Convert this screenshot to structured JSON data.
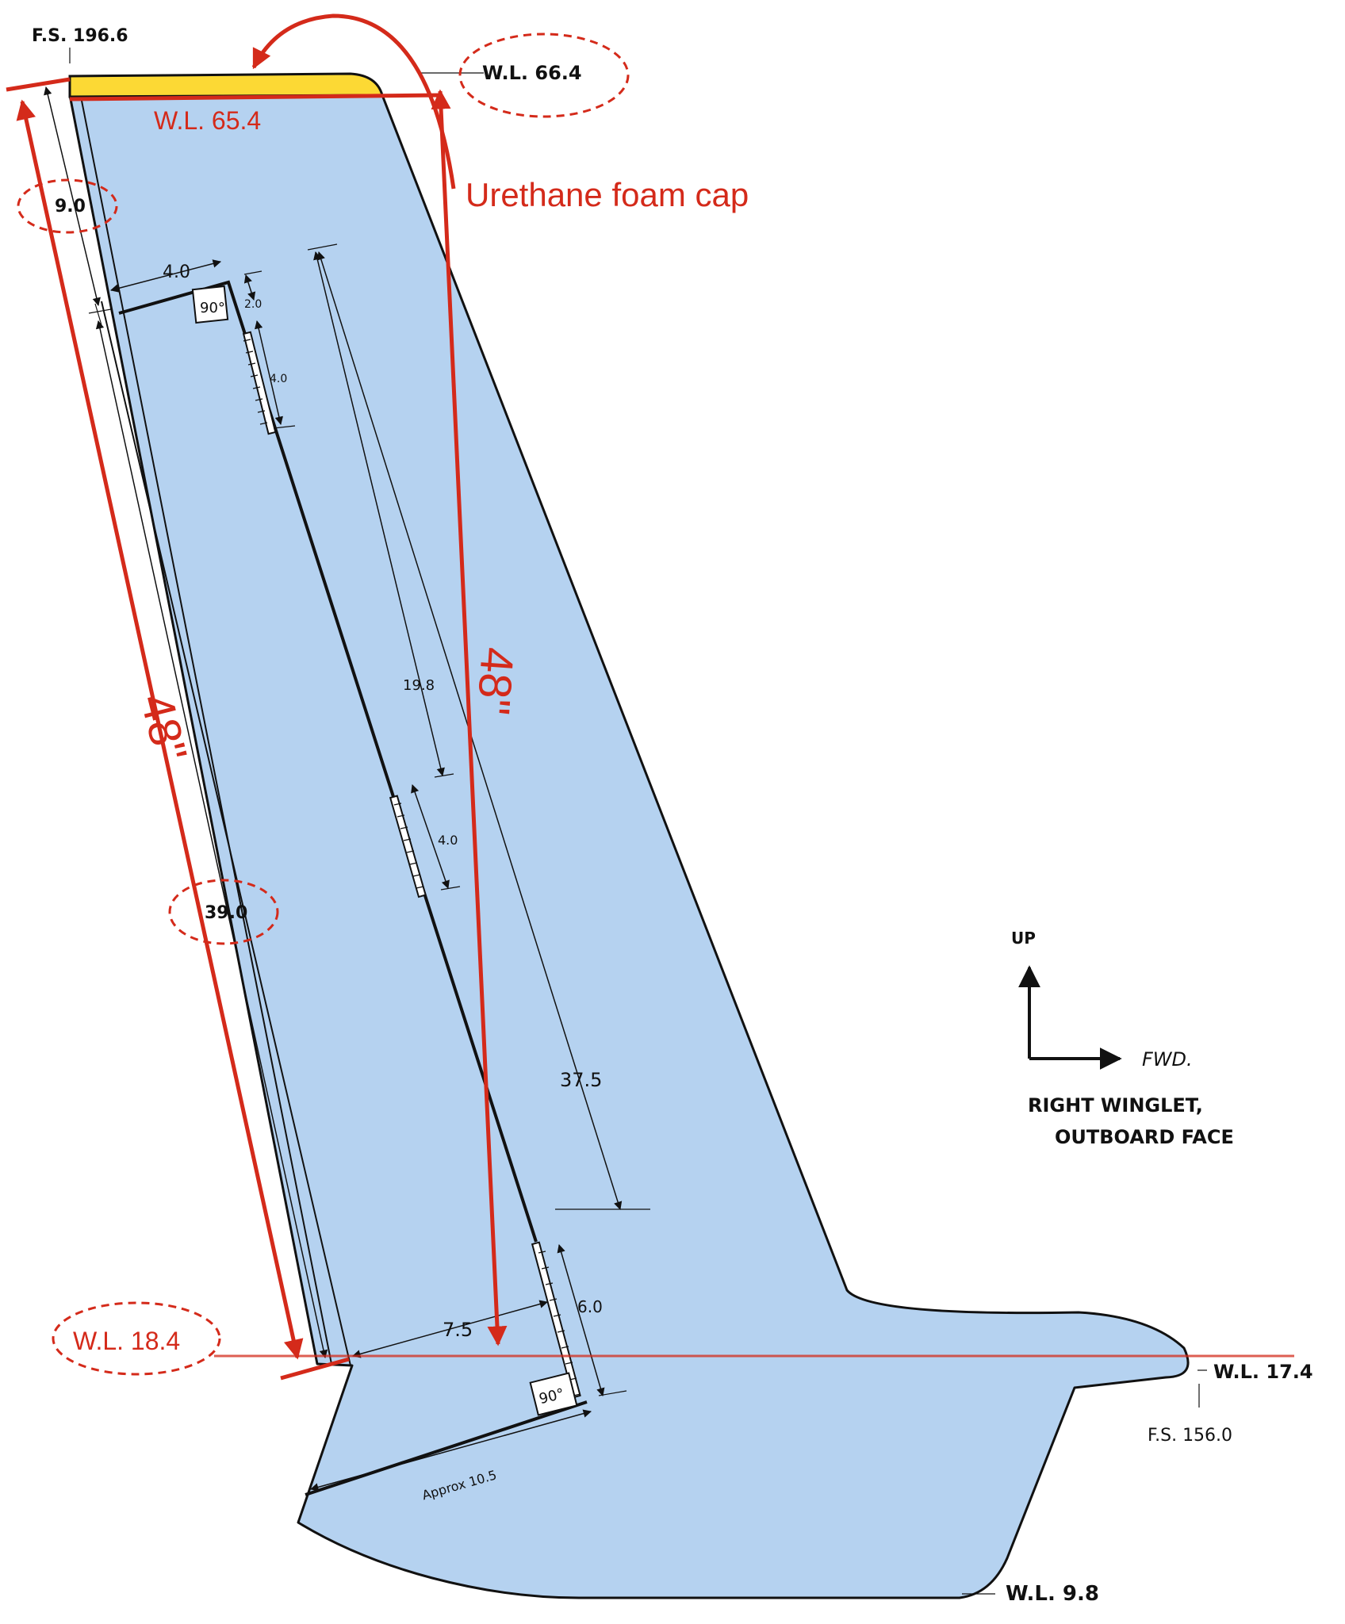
{
  "title": "",
  "colors": {
    "winglet_fill": "#b5d2f0",
    "foam_cap_fill": "#fcd934",
    "annotation_red": "#d42a1a",
    "ink": "#111111"
  },
  "station_labels": {
    "fs_top": "F.S. 196.6",
    "fs_bottom": "F.S. 156.0",
    "wl_top": "W.L. 66.4",
    "wl_cap": "W.L. 65.4",
    "wl_root": "W.L. 18.4",
    "wl_tip": "W.L. 17.4",
    "wl_bottom": "W.L. 9.8"
  },
  "annotations": {
    "foam_cap": "Urethane foam cap",
    "span_left": "48\"",
    "span_right": "48\""
  },
  "dimensions": {
    "d_9_0": "9.0",
    "d_4_0_top": "4.0",
    "d_2_0": "2.0",
    "d_4_0_hinge_top": "4.0",
    "d_19_8": "19.8",
    "d_4_0_hinge_mid": "4.0",
    "d_39_0": "39.0",
    "d_37_5": "37.5",
    "d_6_0": "6.0",
    "d_7_5": "7.5",
    "d_approx": "Approx 10.5",
    "angle_top": "90°",
    "angle_bottom": "90°"
  },
  "legend": {
    "up": "UP",
    "fwd": "FWD.",
    "caption_line1": "RIGHT WINGLET,",
    "caption_line2": "OUTBOARD FACE"
  }
}
